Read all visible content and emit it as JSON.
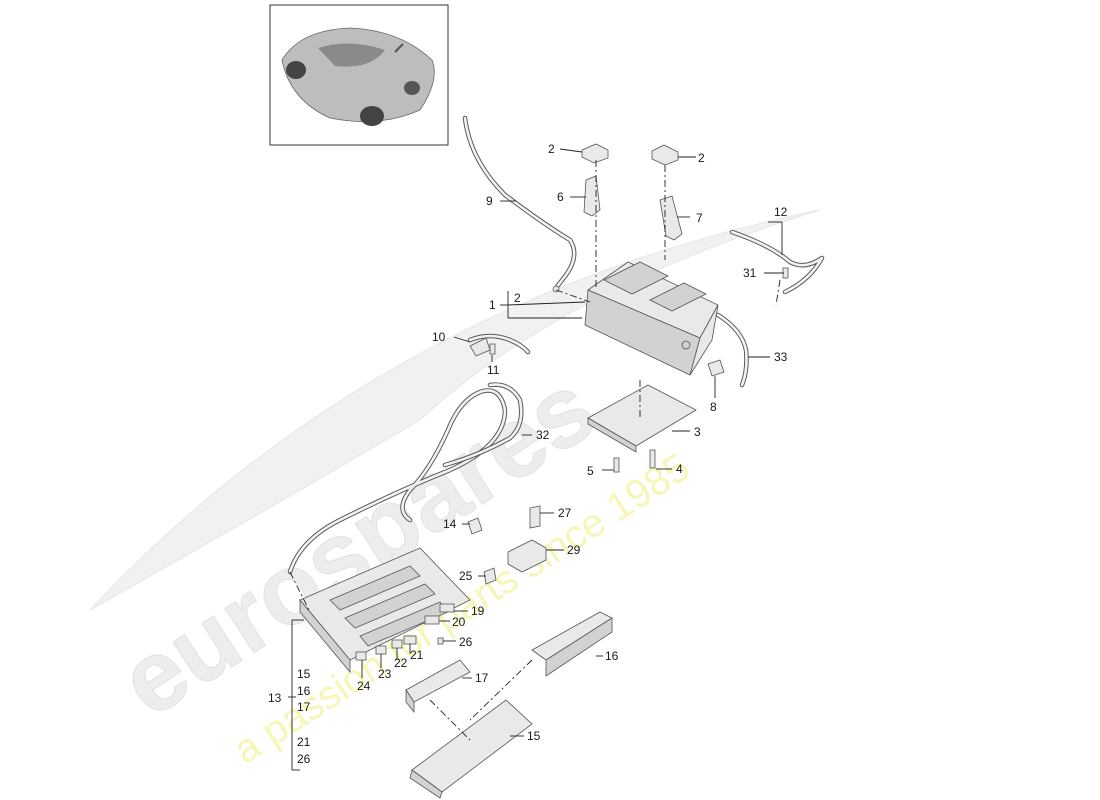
{
  "watermark": {
    "brand": "eurospares",
    "tagline": "a passion for parts since 1985"
  },
  "thumbnail": {
    "alt_icon": "sports-car-thumbnail"
  },
  "callouts": {
    "c1": "1",
    "c1b": "2",
    "c2a": "2",
    "c2b": "2",
    "c3": "3",
    "c4": "4",
    "c5": "5",
    "c6": "6",
    "c7": "7",
    "c8": "8",
    "c9": "9",
    "c10": "10",
    "c11": "11",
    "c12": "12",
    "c13": "13",
    "c13_15": "15",
    "c13_16": "16",
    "c13_17": "17",
    "c13_21": "21",
    "c13_26": "26",
    "c14": "14",
    "c15": "15",
    "c16": "16",
    "c17": "17",
    "c19": "19",
    "c20": "20",
    "c21": "21",
    "c22": "22",
    "c23": "23",
    "c24": "24",
    "c25": "25",
    "c26": "26",
    "c27": "27",
    "c29": "29",
    "c31": "31",
    "c32": "32",
    "c33": "33"
  }
}
